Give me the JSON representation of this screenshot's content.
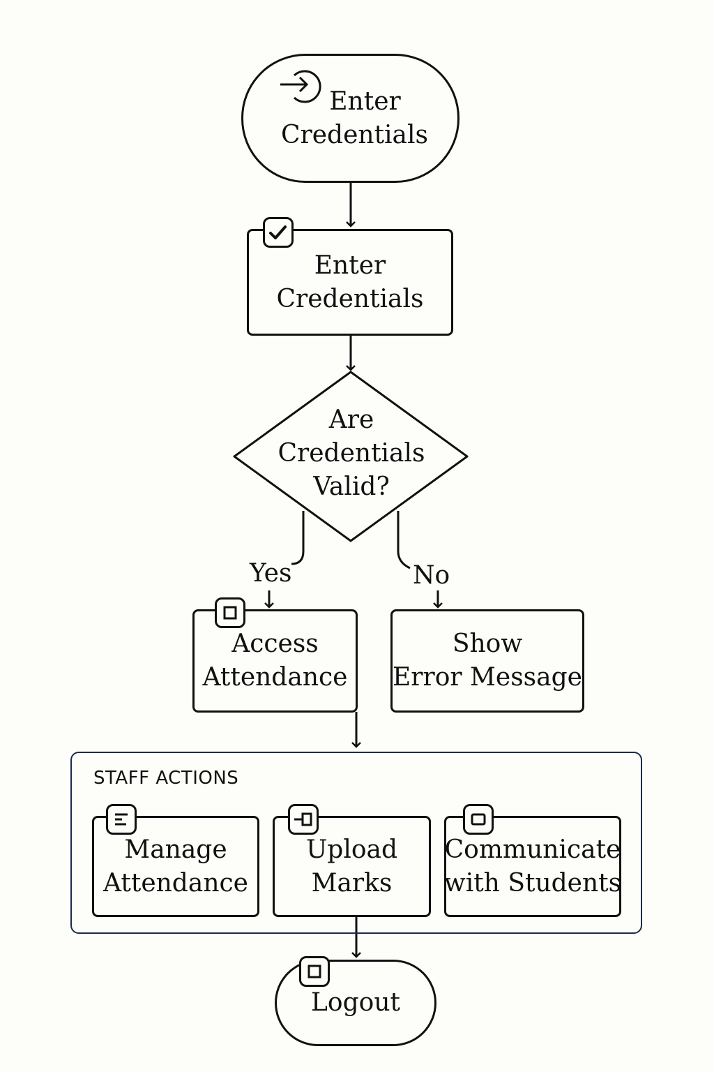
{
  "nodes": {
    "start": {
      "lines": [
        "Enter",
        "Credentials"
      ]
    },
    "enter": {
      "lines": [
        "Enter",
        "Credentials"
      ]
    },
    "decision": {
      "lines": [
        "Are",
        "Credentials",
        "Valid?"
      ]
    },
    "access": {
      "lines": [
        "Access",
        "Attendance"
      ]
    },
    "error": {
      "lines": [
        "Show",
        "Error Message"
      ]
    },
    "manage": {
      "lines": [
        "Manage",
        "Attendance"
      ]
    },
    "upload": {
      "lines": [
        "Upload",
        "Marks"
      ]
    },
    "communicate": {
      "lines": [
        "Communicate",
        "with Students"
      ]
    },
    "logout": {
      "lines": [
        "Logout"
      ]
    }
  },
  "edges": {
    "yes_label": "Yes",
    "no_label": "No"
  },
  "group": {
    "title": "STAFF ACTIONS"
  },
  "icons": {
    "start": "login-arrow-icon",
    "enter": "checkbox-check-icon",
    "access": "square-icon",
    "manage": "list-icon",
    "upload": "key-slot-icon",
    "communicate": "square-icon",
    "logout": "square-icon"
  },
  "colors": {
    "stroke": "#111111",
    "group_border": "#1d2a4a",
    "background": "#fdfdf9"
  }
}
